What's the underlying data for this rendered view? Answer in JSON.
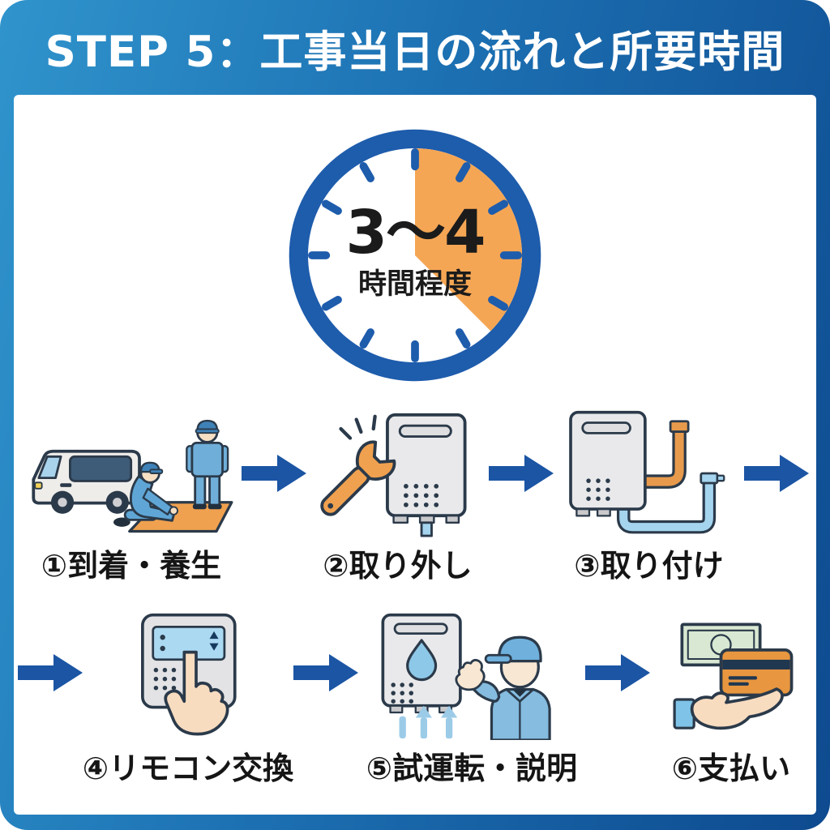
{
  "header": {
    "title": "STEP 5：工事当日の流れと所要時間"
  },
  "clock": {
    "hours": "3〜4",
    "unit": "時間程度",
    "highlight_fraction": "about 12 o'clock to 4:30 (orange sector)",
    "ring_color": "#1E5CAC",
    "sector_color": "#F5A654"
  },
  "steps": [
    {
      "id": 1,
      "label": "①到着・養生",
      "icon": "van-workers-floor-mat"
    },
    {
      "id": 2,
      "label": "②取り外し",
      "icon": "wrench-water-heater"
    },
    {
      "id": 3,
      "label": "③取り付け",
      "icon": "water-heater-pipes"
    },
    {
      "id": 4,
      "label": "④リモコン交換",
      "icon": "remote-control-pressing-hand"
    },
    {
      "id": 5,
      "label": "⑤試運転・説明",
      "icon": "water-heater-worker-explaining"
    },
    {
      "id": 6,
      "label": "⑥支払い",
      "icon": "cash-card-open-hand"
    }
  ],
  "colors": {
    "background_gradient_start": "#3094CC",
    "background_gradient_end": "#0E4A8F",
    "card": "#FFFFFF",
    "arrow": "#1B55A4",
    "outline": "#2B3A4A",
    "orange_accent": "#F0A14F",
    "worker_blue": "#6FAED8",
    "label_text": "#151515",
    "title_text": "#FFFFFF"
  }
}
